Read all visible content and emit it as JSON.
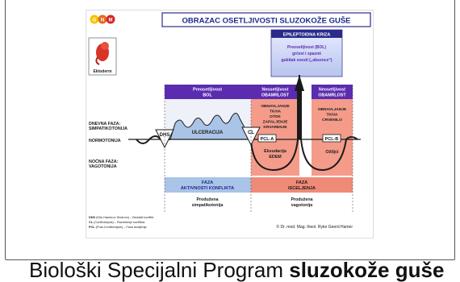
{
  "logo_letters": [
    "G",
    "N",
    "M"
  ],
  "title": "OBRAZAC OSETLJIVOSTI SLUZOKOŽE GUŠE",
  "embryo_label": "Ektoderm",
  "epilepsy": {
    "title": "EPILEPTOIDNA KRIZA",
    "lines": [
      "Preosetljivost (BOL)",
      "grčevi i spazmi",
      "gubitak svesti („absence“)"
    ]
  },
  "columns": {
    "hyper_bol": [
      "Preosetljivost",
      "BOL"
    ],
    "numb_1": [
      "Neosetljivost",
      "OBAMRLOST"
    ],
    "numb_2": [
      "Neosetljivost",
      "OBAMRLOST"
    ]
  },
  "left_labels": {
    "day_phase": [
      "DNEVNA FAZA:",
      "SIMPATIKOTONIJA"
    ],
    "normotonia": "NORMOTONIJA",
    "night_phase": [
      "NOĆNA FAZA:",
      "VAGOTONIJA"
    ]
  },
  "markers": {
    "dhs": "DHS",
    "cl": "CL",
    "pcl_a": "PCL-A",
    "pcl_b": "PCL-B"
  },
  "areas": {
    "ulceration": "ULCERACIJA",
    "healing_list": [
      "OBNAVLJANJE",
      "TKIVA",
      "OTOK",
      "ZAPALJENJE",
      "KRVARENJE"
    ],
    "exudation": [
      "Eksudacija",
      "EDEM"
    ],
    "right_list": [
      "OBNAVLJANJE",
      "TKIVA",
      "CRVENILO"
    ],
    "scars": "Ožiljci"
  },
  "phases": {
    "active": [
      "FAZA",
      "AKTIVNOSTI KONFLIKTA"
    ],
    "healing": [
      "FAZA",
      "ISCELJENJA"
    ],
    "prolonged_symp": [
      "Produžena",
      "simpatikotonija"
    ],
    "prolonged_vago": [
      "Produžena",
      "vagotonija"
    ]
  },
  "legend": [
    {
      "abbr": "DHS",
      "text": " (Dirk Hamerov Sindrom) – Biološki konflikt"
    },
    {
      "abbr": "CL",
      "text": " (Conflictolysis) – Razrešenje konflikta"
    },
    {
      "abbr": "PCL",
      "text": " (Post-Conflictolysis) – Faza isceljenja"
    }
  ],
  "copyright": "© Dr. med. Mag. theol. Ryke Geerd Hamer",
  "caption_regular": "Biološki Specijalni Program ",
  "caption_bold": "sluzokože guše",
  "colors": {
    "title_blue": "#1d2a8c",
    "purple": "#5b2bb0",
    "ulcer_blue": "#a9c4e6",
    "healing_red": "#f08a78",
    "healing_dark": "#e0503c"
  }
}
